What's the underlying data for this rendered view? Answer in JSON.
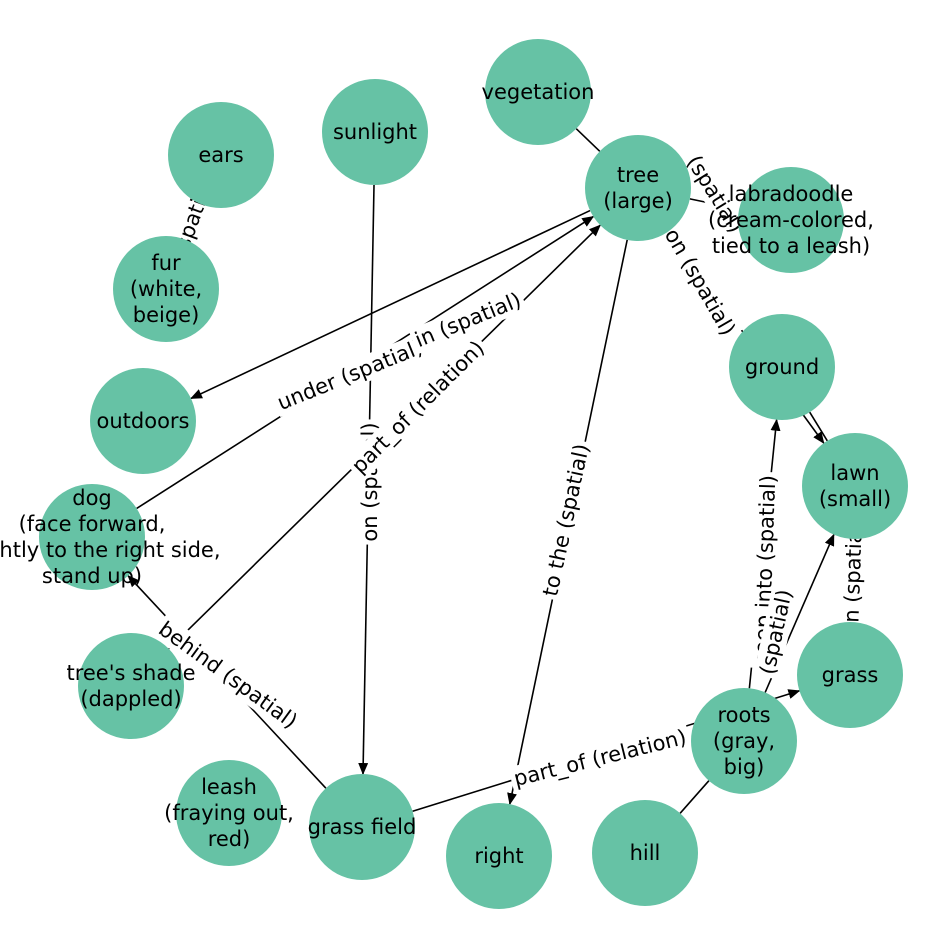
{
  "colors": {
    "node_fill": "#66c2a5",
    "edge": "#000000",
    "text": "#000000"
  },
  "nodes": [
    {
      "id": "vegetation",
      "lines": [
        "vegetation"
      ]
    },
    {
      "id": "sunlight",
      "lines": [
        "sunlight"
      ]
    },
    {
      "id": "ears",
      "lines": [
        "ears"
      ]
    },
    {
      "id": "tree",
      "lines": [
        "tree",
        "(large)"
      ]
    },
    {
      "id": "labradoodle",
      "lines": [
        "labradoodle",
        "(cream-colored,",
        "tied to a leash)"
      ]
    },
    {
      "id": "fur",
      "lines": [
        "fur",
        "(white,",
        "beige)"
      ]
    },
    {
      "id": "ground",
      "lines": [
        "ground"
      ]
    },
    {
      "id": "outdoors",
      "lines": [
        "outdoors"
      ]
    },
    {
      "id": "lawn",
      "lines": [
        "lawn",
        "(small)"
      ]
    },
    {
      "id": "dog",
      "lines": [
        "dog",
        "(face forward,",
        "slightly to the right side,",
        "stand up)"
      ]
    },
    {
      "id": "grass",
      "lines": [
        "grass"
      ]
    },
    {
      "id": "trees_shade",
      "lines": [
        "tree's shade",
        "(dappled)"
      ]
    },
    {
      "id": "roots",
      "lines": [
        "roots",
        "(gray,",
        "big)"
      ]
    },
    {
      "id": "leash",
      "lines": [
        "leash",
        "(fraying out,",
        "red)"
      ]
    },
    {
      "id": "grass_field",
      "lines": [
        "grass field"
      ]
    },
    {
      "id": "right",
      "lines": [
        "right"
      ]
    },
    {
      "id": "hill",
      "lines": [
        "hill"
      ]
    }
  ],
  "edges": [
    {
      "from": "vegetation",
      "to": "tree",
      "label": "",
      "arrow": false
    },
    {
      "from": "ears",
      "to": "fur",
      "label": "spatial",
      "arrow": false
    },
    {
      "from": "sunlight",
      "to": "grass_field",
      "label": "on (spatial)",
      "arrow": true
    },
    {
      "from": "tree",
      "to": "outdoors",
      "label": "under (spatial)",
      "arrow": true
    },
    {
      "from": "dog",
      "to": "tree",
      "label": "in (spatial)",
      "arrow": true
    },
    {
      "from": "trees_shade",
      "to": "tree",
      "label": "part_of (relation)",
      "arrow": true
    },
    {
      "from": "labradoodle",
      "to": "tree",
      "label": "",
      "arrow": false
    },
    {
      "from": "tree",
      "to": "lawn",
      "label": "on (spatial)",
      "arrow": true
    },
    {
      "from": "tree",
      "to": "lawn",
      "label": "(spatial)",
      "arrow": true
    },
    {
      "from": "tree",
      "to": "right",
      "label": "to the (spatial)",
      "arrow": true
    },
    {
      "from": "grass_field",
      "to": "dog",
      "label": "behind (spatial)",
      "arrow": true
    },
    {
      "from": "grass_field",
      "to": "grass",
      "label": "part_of (relation)",
      "arrow": true
    },
    {
      "from": "roots",
      "to": "ground",
      "label": "seep into (spatial)",
      "arrow": true
    },
    {
      "from": "roots",
      "to": "lawn",
      "label": "(spatial)",
      "arrow": true
    },
    {
      "from": "grass",
      "to": "lawn",
      "label": "on (spatial)",
      "arrow": false
    },
    {
      "from": "hill",
      "to": "roots",
      "label": "",
      "arrow": false
    },
    {
      "from": "ground",
      "to": "lawn",
      "label": "",
      "arrow": false
    }
  ]
}
